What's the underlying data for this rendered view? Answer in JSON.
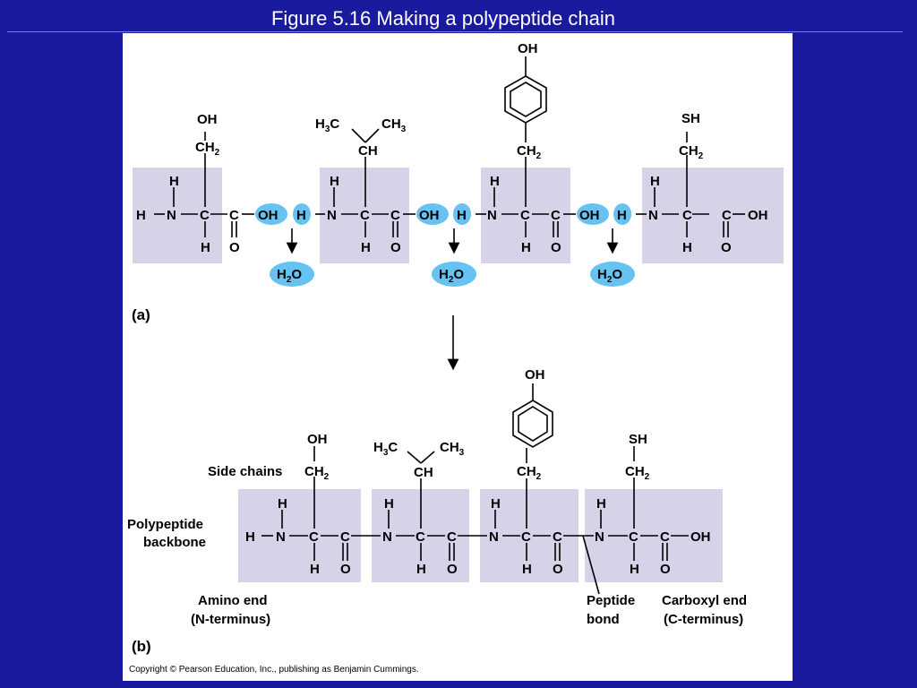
{
  "title": "Figure 5.16  Making a polypeptide chain",
  "panel_a_label": "(a)",
  "panel_b_label": "(b)",
  "atoms": {
    "H": "H",
    "N": "N",
    "C": "C",
    "O": "O",
    "OH": "OH",
    "CH": "CH",
    "SH": "SH",
    "CH2_main": "CH",
    "sub2": "2",
    "H3C_main": "H",
    "H3C_sub": "3",
    "H3C_end": "C",
    "CH3_main": "CH",
    "CH3_sub": "3",
    "H2O_h": "H",
    "H2O_sub": "2",
    "H2O_o": "O"
  },
  "labels_b": {
    "side_chains": "Side chains",
    "polypeptide": "Polypeptide",
    "backbone": "backbone",
    "amino_end": "Amino end",
    "n_terminus": "(N-terminus)",
    "peptide": "Peptide",
    "bond": "bond",
    "carboxyl_end": "Carboxyl end",
    "c_terminus": "(C-terminus)"
  },
  "copyright": "Copyright © Pearson Education, Inc., publishing as Benjamin Cummings.",
  "colors": {
    "background": "#1a1a9e",
    "amino_box": "#d8d2e8",
    "water_highlight": "#66c2f0"
  }
}
